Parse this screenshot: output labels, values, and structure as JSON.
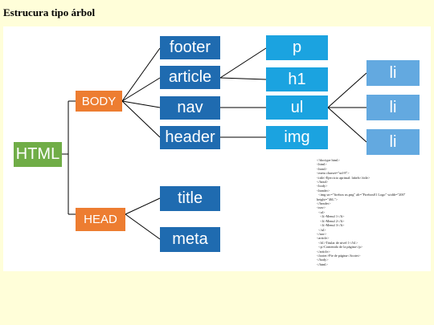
{
  "page": {
    "title": "Estrucura tipo árbol"
  },
  "tree": {
    "root": "HTML",
    "sections": [
      "BODY",
      "HEAD"
    ],
    "body_children": [
      "footer",
      "article",
      "nav",
      "header"
    ],
    "head_children": [
      "title",
      "meta"
    ],
    "article_children": [
      "p",
      "h1"
    ],
    "nav_children": [
      "ul"
    ],
    "header_children": [
      "img"
    ],
    "ul_children": [
      "li",
      "li",
      "li"
    ]
  },
  "code_sample": [
    "<!doctype html>",
    "<html>",
    "<head>",
    "<meta charset=\"utf-8\">",
    "<title>Ejercicio aprimal: labels</title>",
    "</head>",
    "<body>",
    "<header>",
    "  <img src=\"firebox us.png\" alt=\"Firebox01 Logo\" width=\"200\"",
    "height=\"46L\">",
    "</header>",
    "<nav>",
    "  <ul>",
    "    <li>Menul 1</li>",
    "    <li>Menul 2</li>",
    "    <li>Menul 3</li>",
    "  </ul>",
    "</nav>",
    "<article>",
    "  <h1>Titular de nivel 1</h1>",
    "  <p>Contenido de la página</p>",
    "</article>",
    "<footer>Pie de página</footer>",
    "</body>",
    "</html>"
  ],
  "colors": {
    "root": "#70ad47",
    "section": "#ed7d31",
    "tag": "#1f6bb0",
    "child": "#1ba3e0",
    "leaf": "#63a9e0"
  }
}
